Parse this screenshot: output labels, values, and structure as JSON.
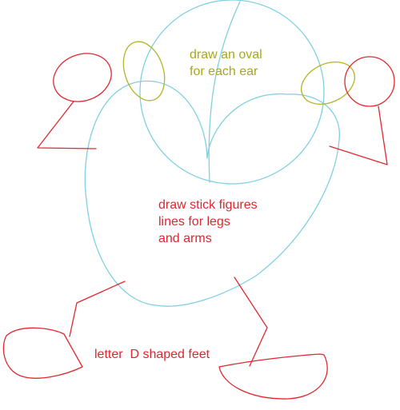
{
  "colors": {
    "outline": "#7fd0e2",
    "ear": "#b3b523",
    "limb": "#e2272f",
    "text_olive": "#a6a81b",
    "text_red": "#e0262e",
    "background": "#ffffff"
  },
  "notes": {
    "ear_line1": "draw an oval",
    "ear_line2": "for each ear",
    "stick_line1": "draw stick figures",
    "stick_line2": "lines for legs",
    "stick_line3": "and arms",
    "feet": "letter  D shaped feet"
  }
}
